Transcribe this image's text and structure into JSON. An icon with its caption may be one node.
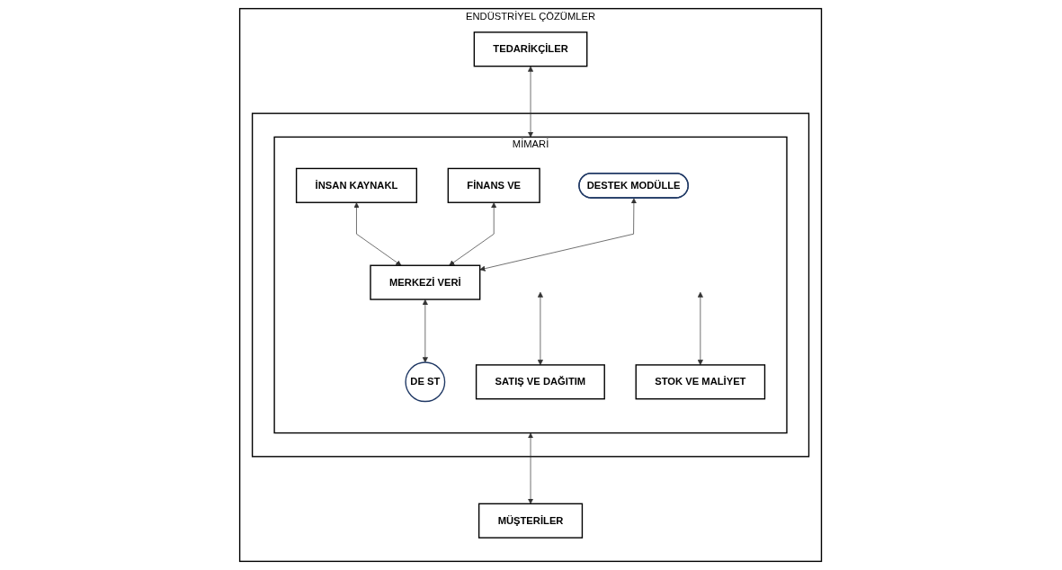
{
  "diagram": {
    "nodes": [
      {
        "text": [
          "ENDÜSTRİYEL ÇÖZÜMLER"
        ]
      },
      {
        "text": [],
        "shape": "box",
        "in": 0
      },
      {
        "text": [
          "MİMARİ"
        ],
        "in": 1
      },
      {
        "text": [
          "İNSAN KAYNAKL"
        ],
        "in": 2
      },
      {
        "text": [
          "FİNANS VE"
        ],
        "in": 2
      },
      {
        "text": [
          "DESTEK MODÜLLE"
        ],
        "in": 2
      },
      {
        "text": [
          "MERKEZİ VERİ"
        ],
        "in": 2
      },
      {
        "text": [
          "DE ST"
        ],
        "in": 2
      },
      {
        "text": [
          "SATIŞ VE DAĞITIM"
        ],
        "in": 2
      },
      {
        "text": [
          "STOK VE MALİYET"
        ],
        "in": 2
      },
      {
        "text": [
          "TEDARİKÇİLER"
        ],
        "in": 0
      },
      {
        "text": [
          "MÜŞTERİLER"
        ],
        "in": 0
      }
    ],
    "edges": [
      {
        "from": 3,
        "to": 6,
        "arrow": "both"
      },
      {
        "from": 4,
        "to": 6,
        "arrow": "both"
      },
      {
        "from": 5,
        "to": 6,
        "arrow": "both"
      },
      {
        "from": 6,
        "to": 7,
        "arrow": "both"
      },
      {
        "from": null,
        "to": 8,
        "arrow": "both"
      },
      {
        "from": null,
        "to": 9,
        "arrow": "both"
      },
      {
        "from": 10,
        "to": 2,
        "arrow": "both"
      },
      {
        "from": 2,
        "to": 11,
        "arrow": "both"
      }
    ]
  }
}
